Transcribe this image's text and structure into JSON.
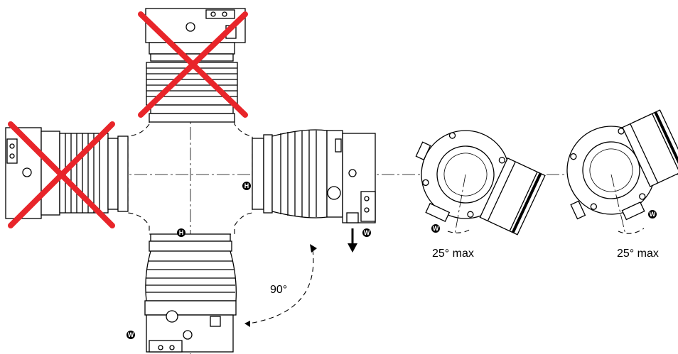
{
  "diagram": {
    "marker_h": "H",
    "marker_w": "W",
    "angle_rotation_label": "90°",
    "tilt_label_1": "25° max",
    "tilt_label_2": "25° max"
  },
  "colors": {
    "cross_out": "#e8252a",
    "line": "#000000",
    "background": "#ffffff"
  }
}
